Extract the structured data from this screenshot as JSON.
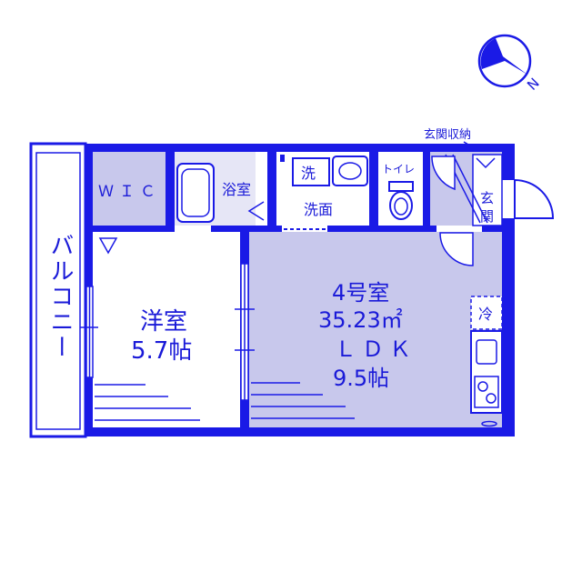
{
  "colors": {
    "wall": "#1a1ae6",
    "fill": "#c8c8ec",
    "wet": "#e6e6f6",
    "ink": "#1a1ad8",
    "background": "#ffffff"
  },
  "compass": {
    "label": "N"
  },
  "entrance_storage": {
    "label": "玄関収納"
  },
  "balcony": {
    "label": "バルコニー"
  },
  "wic": {
    "label": "ＷＩＣ"
  },
  "bath": {
    "label": "浴室"
  },
  "wash": {
    "top": "洗",
    "bottom": "洗面"
  },
  "toilet": {
    "label": "トイレ"
  },
  "genkan": {
    "top": "玄",
    "bottom": "関"
  },
  "western_room": {
    "name": "洋室",
    "size": "5.7帖"
  },
  "ldk": {
    "unit": "4号室",
    "area": "35.23㎡",
    "name": "ＬＤＫ",
    "size": "9.5帖"
  },
  "fridge": {
    "label": "冷"
  }
}
